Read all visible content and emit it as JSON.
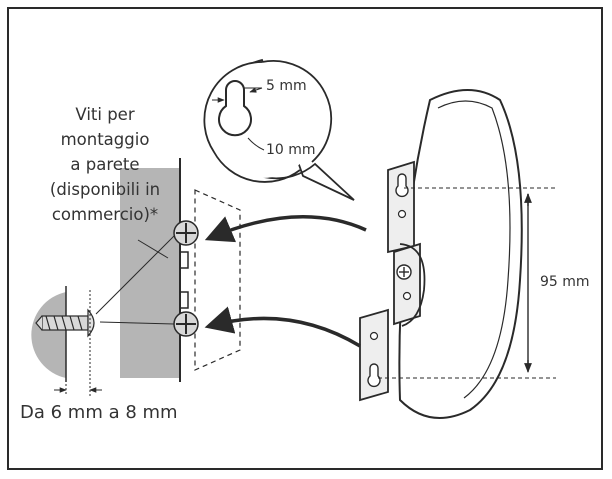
{
  "labels": {
    "screws": [
      "Viti per",
      "montaggio",
      "a parete",
      "(disponibili in",
      "commercio)*"
    ],
    "depth_range": "Da 6 mm a 8 mm",
    "hole_spacing": "95 mm",
    "slot_small": "5 mm",
    "slot_large": "10 mm"
  },
  "colors": {
    "wall": "#b5b5b5",
    "line": "#2a2a2a",
    "background": "#ffffff"
  }
}
